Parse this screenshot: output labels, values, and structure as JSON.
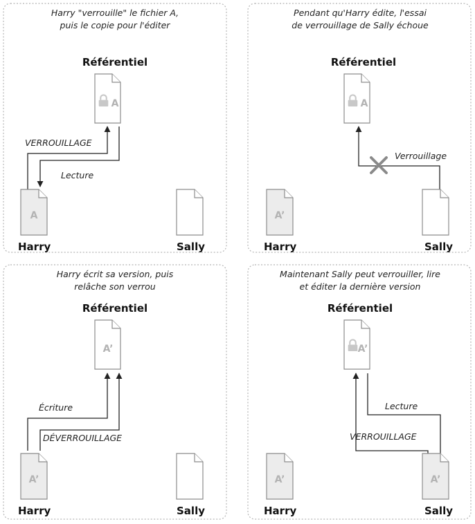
{
  "repository_label": "Référentiel",
  "users": {
    "harry": "Harry",
    "sally": "Sally"
  },
  "panels": [
    {
      "caption": [
        "Harry \"verrouille\" le fichier A,",
        "puis le copie pour l'éditer"
      ],
      "repo_file": "A",
      "harry_file": "A",
      "sally_file": "",
      "arrows": {
        "lock": "VERROUILLAGE",
        "read": "Lecture"
      }
    },
    {
      "caption": [
        "Pendant qu'Harry édite, l'essai",
        "de verrouillage de Sally échoue"
      ],
      "repo_file": "A",
      "harry_file": "A’",
      "sally_file": "",
      "arrows": {
        "lock": "Verrouillage"
      }
    },
    {
      "caption": [
        "Harry écrit sa version, puis",
        "relâche son verrou"
      ],
      "repo_file": "A’",
      "harry_file": "A’",
      "sally_file": "",
      "arrows": {
        "write": "Écriture",
        "unlock": "DÉVERROUILLAGE"
      }
    },
    {
      "caption": [
        "Maintenant Sally peut verrouiller, lire",
        "et éditer la dernière version"
      ],
      "repo_file": "A’",
      "harry_file": "A’",
      "sally_file": "A’",
      "arrows": {
        "read": "Lecture",
        "lock": "VERROUILLAGE"
      }
    }
  ]
}
